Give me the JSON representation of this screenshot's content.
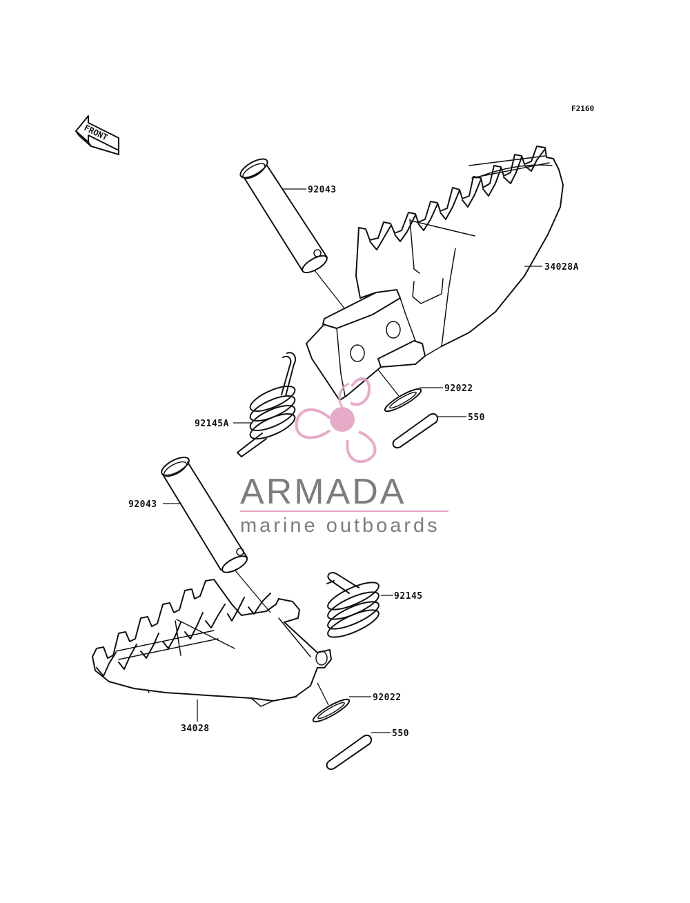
{
  "diagram": {
    "figure_code": "F2160",
    "orientation_label": "FRONT",
    "callouts": {
      "pin_upper": "92043",
      "footpeg_upper": "34028A",
      "washer_upper": "92022",
      "cotter_upper": "550",
      "spring_upper": "92145A",
      "pin_lower": "92043",
      "spring_lower": "92145",
      "washer_lower": "92022",
      "cotter_lower": "550",
      "footpeg_lower": "34028"
    }
  },
  "watermark": {
    "brand": "ARMADA",
    "tagline": "marine outboards",
    "logo_color": "#e5a3c3",
    "text_color": "#7d7d7d"
  }
}
